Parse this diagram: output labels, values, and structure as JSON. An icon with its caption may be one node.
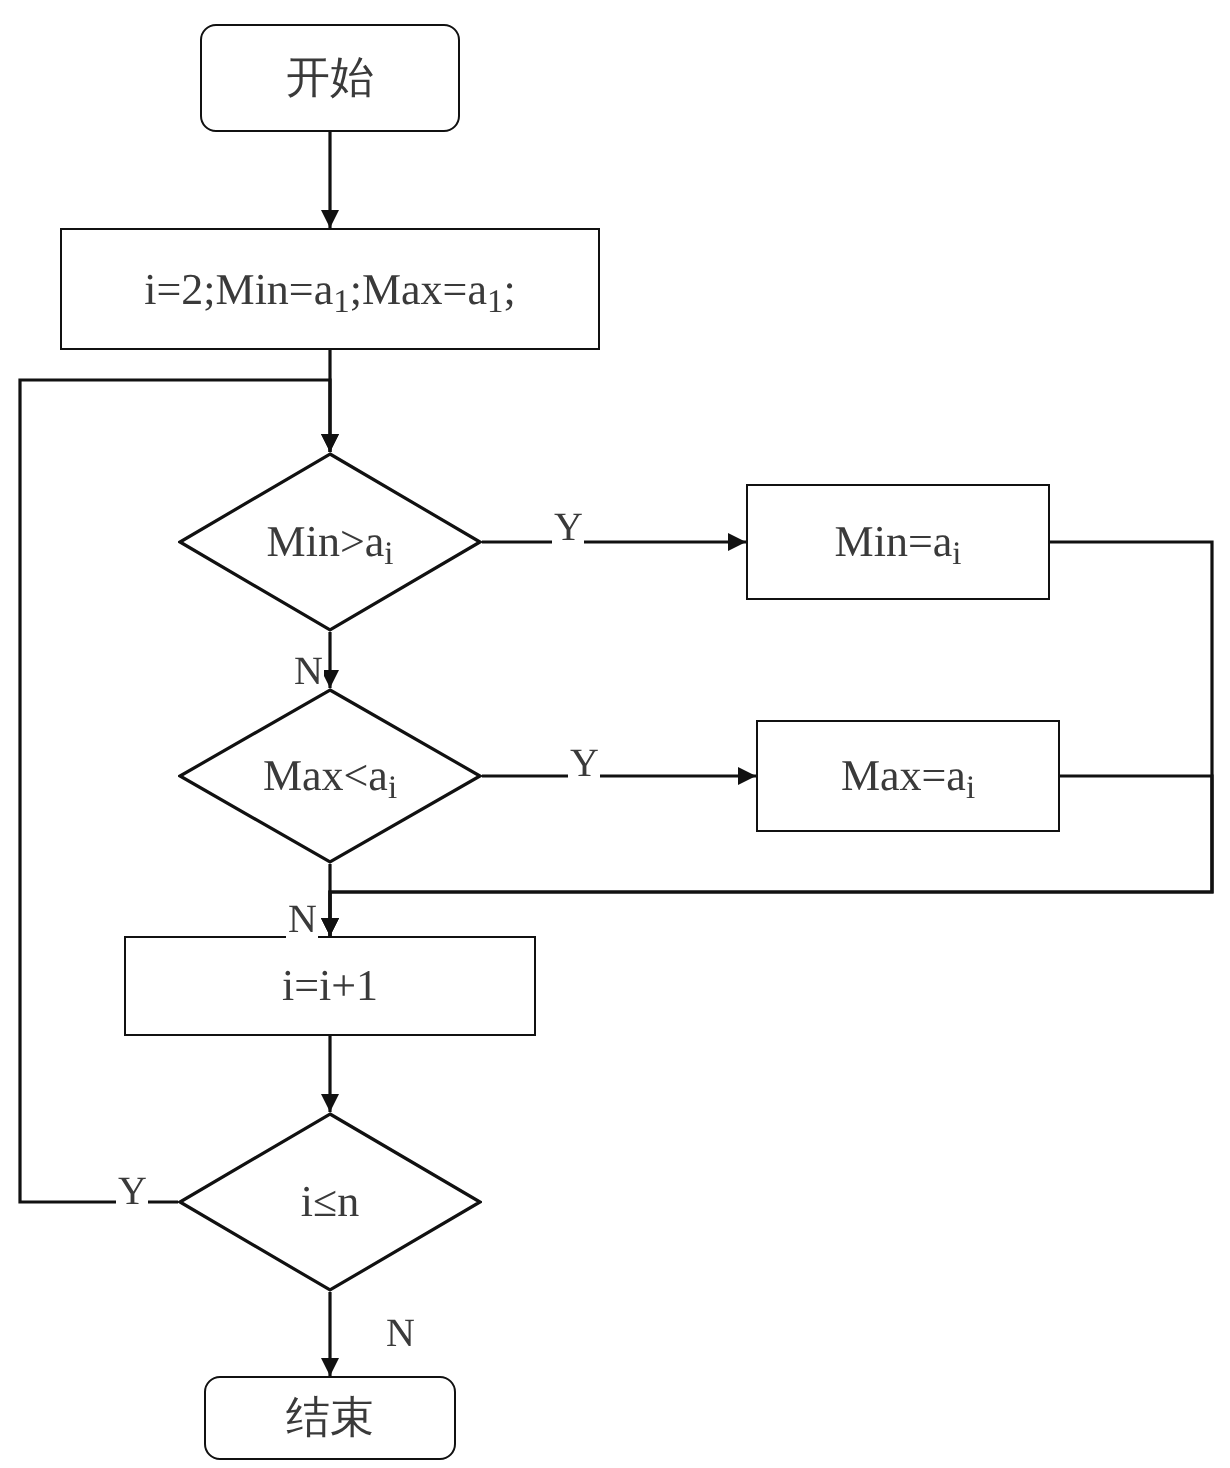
{
  "diagram": {
    "nodes": [
      {
        "text": [
          "开始"
        ]
      },
      {
        "text": [
          "i=2;Min=a$_{1}$;Max=a$_{1}$;"
        ]
      },
      {
        "text": [
          "Min>a$_{i}$"
        ]
      },
      {
        "text": [
          "Min=a$_{i}$"
        ]
      },
      {
        "text": [
          "Max<a$_{i}$"
        ]
      },
      {
        "text": [
          "Max=a$_{i}$"
        ]
      },
      {
        "text": [
          "i=i+1"
        ]
      },
      {
        "text": [
          "i≤n"
        ]
      },
      {
        "text": [
          "结束"
        ]
      }
    ],
    "edges": [
      {
        "from": 0,
        "to": 1,
        "arrow": "to"
      },
      {
        "from": 1,
        "to": 2,
        "arrow": "to"
      },
      {
        "from": 2,
        "to": 3,
        "arrow": "to",
        "label": "Y"
      },
      {
        "from": 2,
        "to": 4,
        "arrow": "to",
        "label": "N"
      },
      {
        "from": 4,
        "to": 5,
        "arrow": "to",
        "label": "Y"
      },
      {
        "from": 4,
        "to": 6,
        "arrow": "to",
        "label": "N"
      },
      {
        "from": 3,
        "to": 6,
        "arrow": "to"
      },
      {
        "from": 5,
        "to": 6,
        "arrow": "to"
      },
      {
        "from": 6,
        "to": 7,
        "arrow": "to"
      },
      {
        "from": 7,
        "to": 2,
        "arrow": "to",
        "label": "Y"
      },
      {
        "from": 7,
        "to": 8,
        "arrow": "to",
        "label": "N"
      }
    ]
  }
}
